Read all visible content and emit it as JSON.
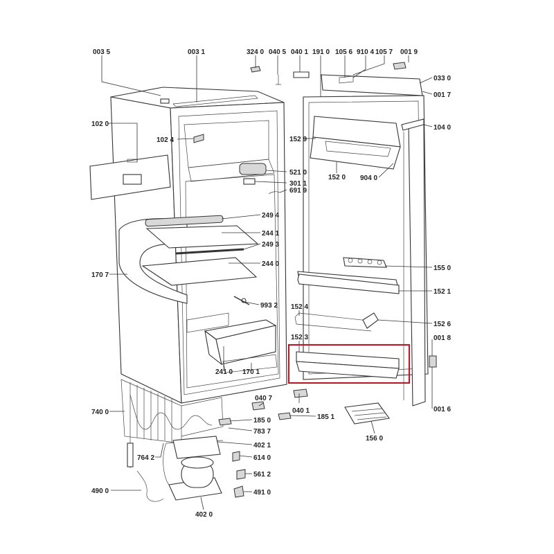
{
  "diagram": {
    "highlight_color": "#b0202a",
    "labels": {
      "p0035": "003 5",
      "p0031": "003 1",
      "p3240": "324 0",
      "p0405": "040 5",
      "p0401_top": "040 1",
      "p1910": "191 0",
      "p1056": "105 6",
      "p9104": "910 4",
      "p1057": "105 7",
      "p0019": "001 9",
      "p0330": "033 0",
      "p0017": "001 7",
      "p1020": "102 0",
      "p1024": "102 4",
      "p1529": "152 9",
      "p1040": "104 0",
      "p5210": "521 0",
      "p1520": "152 0",
      "p9040": "904 0",
      "p3011": "301 1",
      "p6919": "691 9",
      "p2494": "249 4",
      "p2441": "244 1",
      "p2493": "249 3",
      "p2440": "244 0",
      "p1707": "170 7",
      "p1550": "155 0",
      "p1521": "152 1",
      "p9932": "993 2",
      "p1524": "152 4",
      "p1526": "152 6",
      "p1523": "152 3",
      "p0018": "001 8",
      "p2410": "241 0",
      "p1701": "170 1",
      "p0407": "040 7",
      "p0401_bot": "040 1",
      "p1851": "185 1",
      "p0016": "001 6",
      "p7400": "740 0",
      "p1850": "185 0",
      "p7837": "783 7",
      "p1560": "156 0",
      "p4021": "402 1",
      "p7642": "764 2",
      "p6140": "614 0",
      "p5612": "561 2",
      "p4900": "490 0",
      "p4910": "491 0",
      "p4020": "402 0"
    }
  }
}
